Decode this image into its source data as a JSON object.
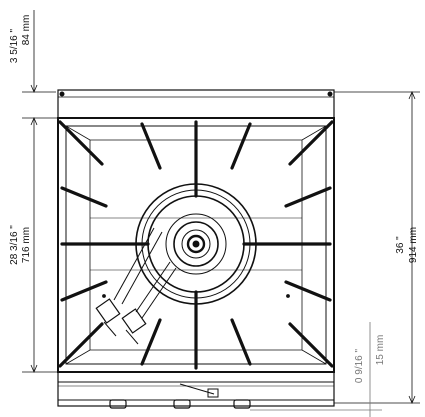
{
  "dimensions": {
    "top_offset": {
      "inches": "3 5/16 \"",
      "mm": "84 mm"
    },
    "grate_depth": {
      "inches": "28 3/16 \"",
      "mm": "716 mm"
    },
    "overall_depth": {
      "inches": "36 \"",
      "mm": "914 mm"
    },
    "bottom_offset": {
      "inches": "0 9/16 \"",
      "mm": "15 mm"
    }
  }
}
